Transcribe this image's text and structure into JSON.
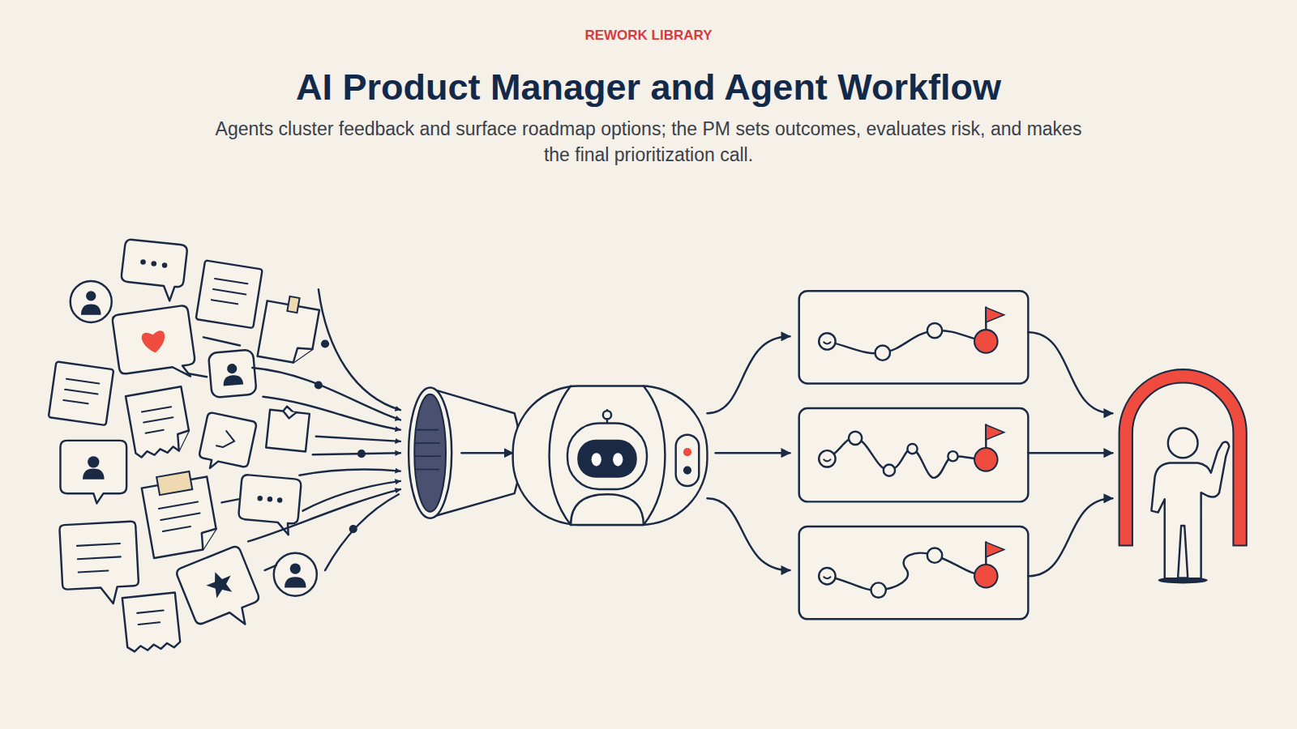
{
  "diagram": {
    "title": "AI Product Manager and Agent Workflow",
    "caption": "Agents cluster feedback and surface roadmap options; the PM sets outcomes, evaluates risk, and makes the final prioritization call.",
    "labels": [
      "REWORK LIBRARY"
    ]
  }
}
